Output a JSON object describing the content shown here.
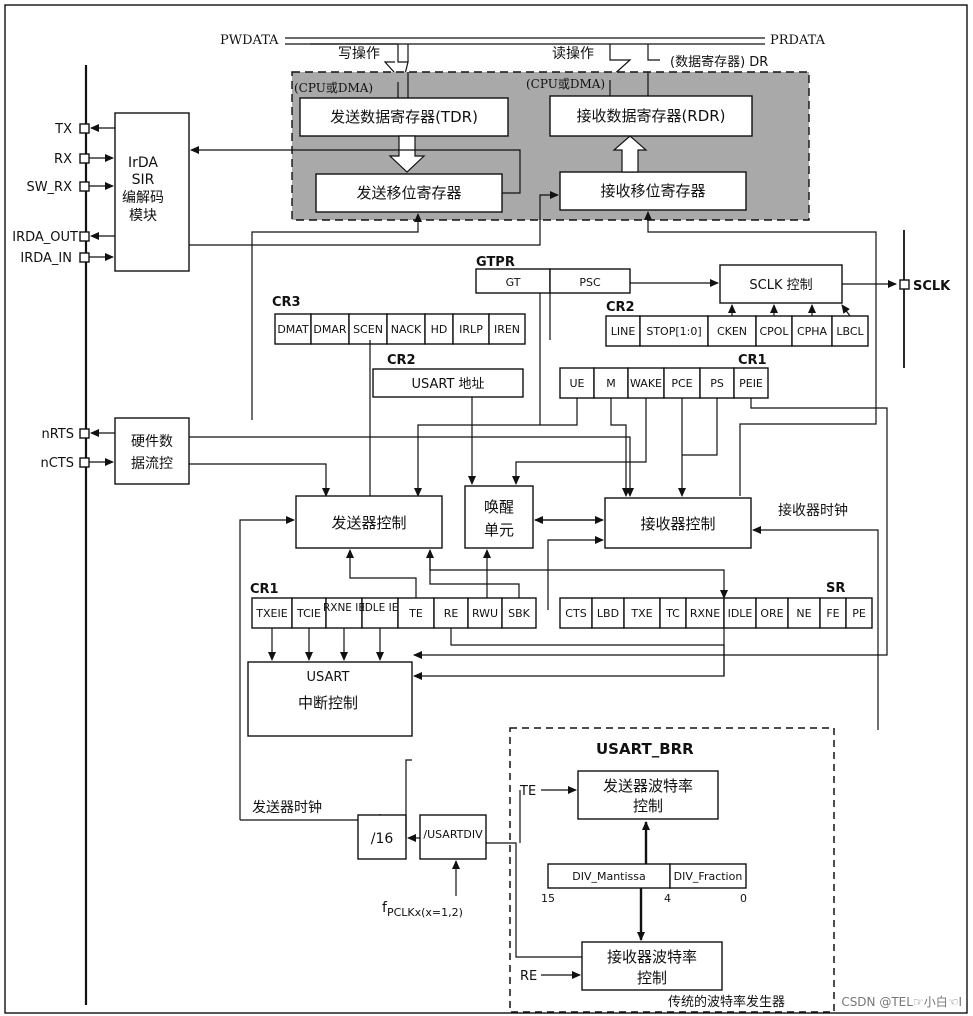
{
  "bus": {
    "pwdata": "PWDATA",
    "prdata": "PRDATA",
    "write_op": "写操作",
    "read_op": "读操作",
    "cpu_dma_1": "(CPU或DMA)",
    "cpu_dma_2": "(CPU或DMA)",
    "dr": "(数据寄存器) DR"
  },
  "data_block": {
    "tdr": "发送数据寄存器(TDR)",
    "rdr": "接收数据寄存器(RDR)",
    "tx_shift": "发送移位寄存器",
    "rx_shift": "接收移位寄存器"
  },
  "pins": {
    "tx": "TX",
    "rx": "RX",
    "sw_rx": "SW_RX",
    "irda_out": "IRDA_OUT",
    "irda_in": "IRDA_IN",
    "nrts": "nRTS",
    "ncts": "nCTS",
    "sclk": "SCLK"
  },
  "irda": {
    "l1": "IrDA",
    "l2": "SIR",
    "l3": "编解码",
    "l4": "模块"
  },
  "flow": {
    "l1": "硬件数",
    "l2": "据流控"
  },
  "gtpr": {
    "title": "GTPR",
    "cells": [
      "GT",
      "PSC"
    ]
  },
  "sclk_ctrl": "SCLK 控制",
  "cr3": {
    "title": "CR3",
    "cells": [
      "DMAT",
      "DMAR",
      "SCEN",
      "NACK",
      "HD",
      "IRLP",
      "IREN"
    ]
  },
  "cr2_a": {
    "title": "CR2",
    "cells": [
      "LINE",
      "STOP[1:0]",
      "CKEN",
      "CPOL",
      "CPHA",
      "LBCL"
    ]
  },
  "cr2_b": {
    "title": "CR2",
    "addr": "USART 地址"
  },
  "cr1_a": {
    "title": "CR1",
    "cells": [
      "UE",
      "M",
      "WAKE",
      "PCE",
      "PS",
      "PEIE"
    ]
  },
  "tx_ctrl": "发送器控制",
  "wake": {
    "l1": "唤醒",
    "l2": "单元"
  },
  "rx_ctrl": "接收器控制",
  "rx_clk": "接收器时钟",
  "cr1_b": {
    "title": "CR1",
    "cells": [
      "TXEIE",
      "TCIE",
      "RXNE IE",
      "IDLE IE",
      "TE",
      "RE",
      "RWU",
      "SBK"
    ]
  },
  "sr": {
    "title": "SR",
    "cells": [
      "CTS",
      "LBD",
      "TXE",
      "TC",
      "RXNE",
      "IDLE",
      "ORE",
      "NE",
      "FE",
      "PE"
    ]
  },
  "int": {
    "l1": "USART",
    "l2": "中断控制"
  },
  "brr": {
    "title": "USART_BRR",
    "te": "TE",
    "re": "RE",
    "tx_baud_1": "发送器波特率",
    "tx_baud_2": "控制",
    "rx_baud_1": "接收器波特率",
    "rx_baud_2": "控制",
    "mant": "DIV_Mantissa",
    "frac": "DIV_Fraction",
    "b15": "15",
    "b4": "4",
    "b0": "0",
    "legacy": "传统的波特率发生器"
  },
  "tx_clk": "发送器时钟",
  "div16": "/16",
  "usartdiv": "/USARTDIV",
  "fpclk": {
    "main": "f",
    "sub": "PCLKx(x=1,2)"
  },
  "watermark": "CSDN @TEL☞小白☜I"
}
